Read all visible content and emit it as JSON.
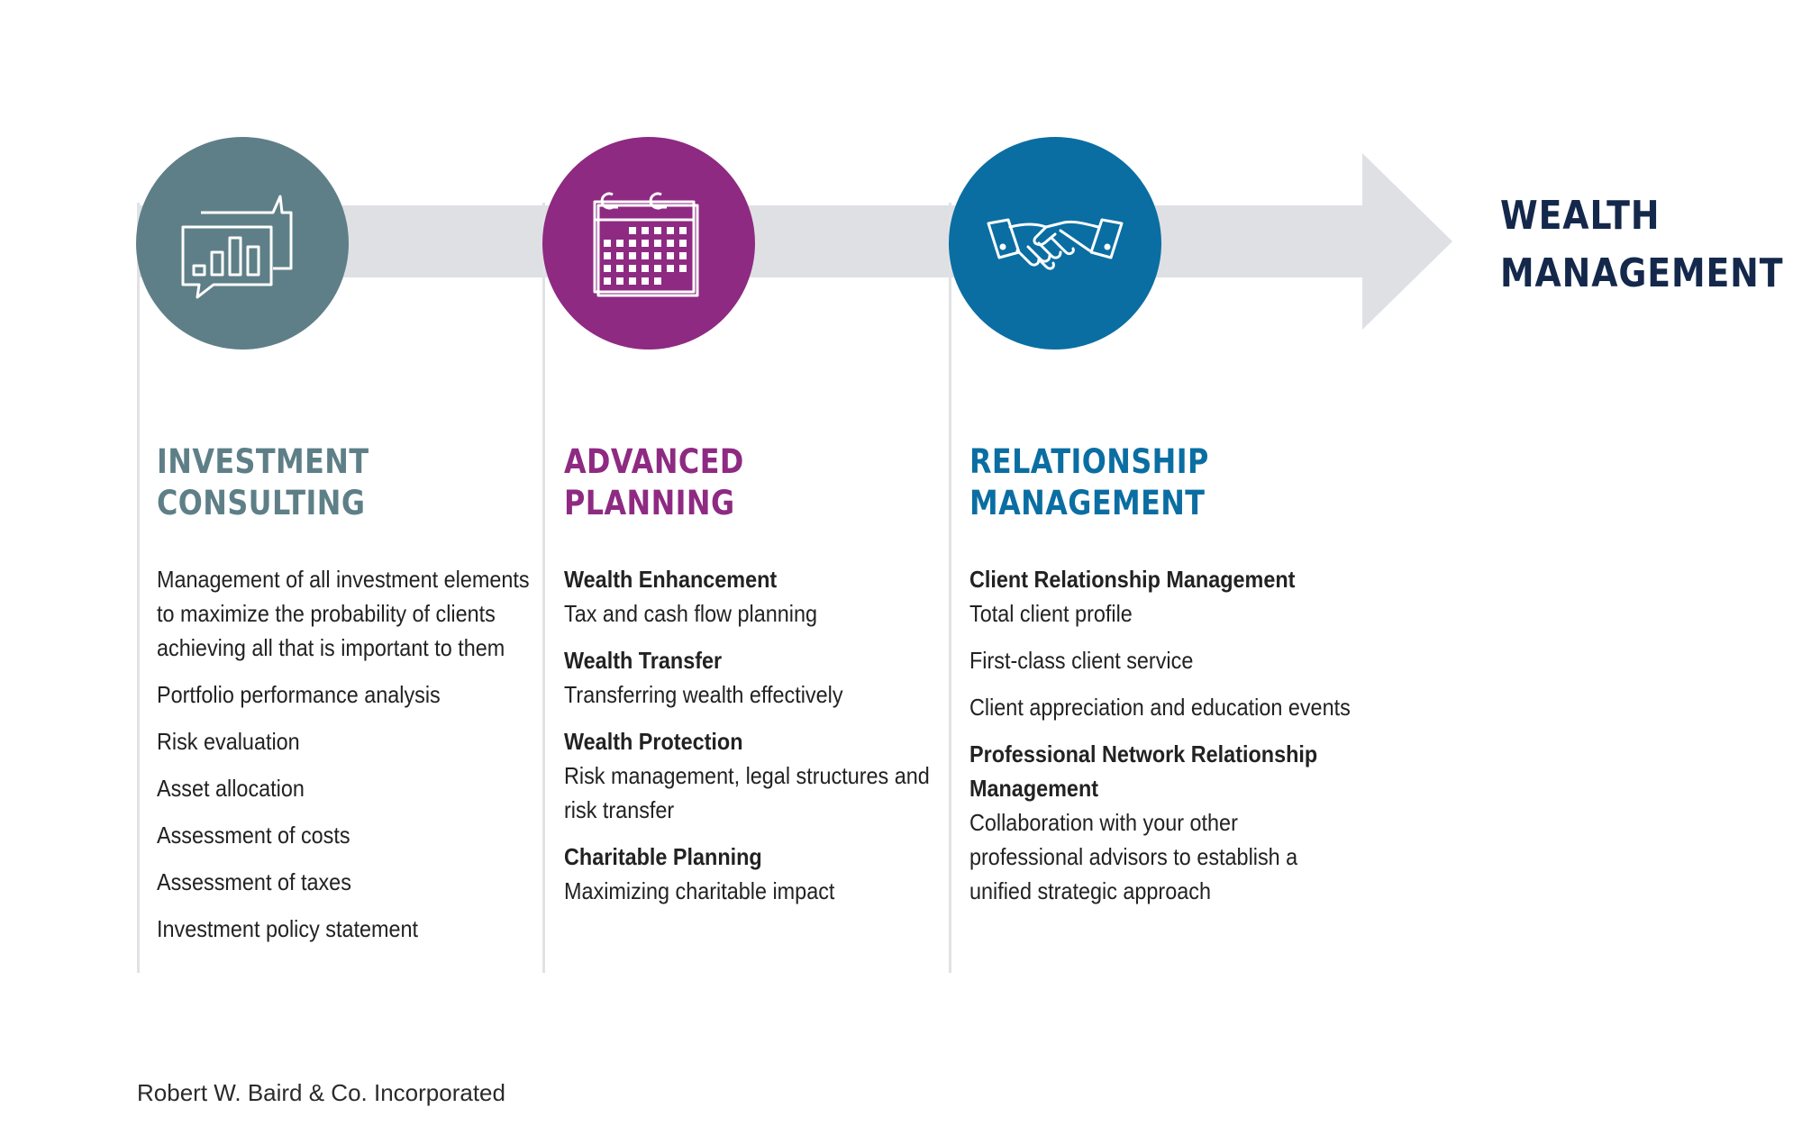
{
  "colors": {
    "investment": "#5e7f87",
    "planning": "#8e2a82",
    "relationship": "#0a6ea2",
    "arrow": "#dfe0e4",
    "goal": "#14284b"
  },
  "goal": {
    "line1": "WEALTH",
    "line2": "MANAGEMENT"
  },
  "sections": [
    {
      "icon": "chat-bar-chart-icon",
      "title_line1": "INVESTMENT",
      "title_line2": "CONSULTING",
      "items": [
        {
          "head": "",
          "desc": "Management of all investment elements to maximize the probability of clients achieving all that is important to them"
        },
        {
          "head": "",
          "desc": "Portfolio performance analysis"
        },
        {
          "head": "",
          "desc": "Risk evaluation"
        },
        {
          "head": "",
          "desc": "Asset allocation"
        },
        {
          "head": "",
          "desc": "Assessment of costs"
        },
        {
          "head": "",
          "desc": "Assessment of taxes"
        },
        {
          "head": "",
          "desc": "Investment policy statement"
        }
      ]
    },
    {
      "icon": "calendar-icon",
      "title_line1": "ADVANCED",
      "title_line2": "PLANNING",
      "items": [
        {
          "head": "Wealth Enhancement",
          "desc": "Tax and cash flow planning"
        },
        {
          "head": "Wealth Transfer",
          "desc": "Transferring wealth effectively"
        },
        {
          "head": "Wealth Protection",
          "desc": "Risk management, legal structures and risk transfer"
        },
        {
          "head": "Charitable Planning",
          "desc": "Maximizing charitable impact"
        }
      ]
    },
    {
      "icon": "handshake-icon",
      "title_line1": "RELATIONSHIP",
      "title_line2": "MANAGEMENT",
      "items": [
        {
          "head": "Client Relationship Management",
          "desc": "Total client profile"
        },
        {
          "head": "",
          "desc": "First-class client service"
        },
        {
          "head": "",
          "desc": "Client appreciation and education events"
        },
        {
          "head": "Professional Network Relationship Management",
          "desc": "Collaboration with your other professional advisors to establish a unified strategic approach"
        }
      ]
    }
  ],
  "footer": "Robert W. Baird & Co. Incorporated"
}
